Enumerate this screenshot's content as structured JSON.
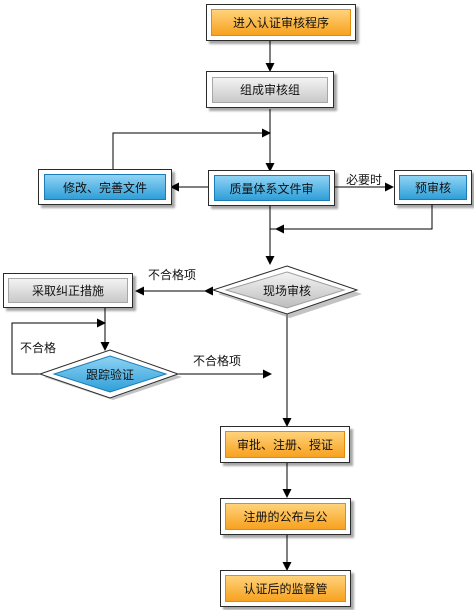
{
  "nodes": {
    "enter_review": "进入认证审核程序",
    "form_team": "组成审核组",
    "modify": "修改、完善文件",
    "doc_review": "质量体系文件审",
    "pre_review": "预审核",
    "corrective": "采取纠正措施",
    "onsite": "现场审核",
    "followup": "跟踪验证",
    "approve": "审批、注册、授证",
    "publish": "注册的公布与公",
    "supervise": "认证后的监督管"
  },
  "labels": {
    "when_needed": "必要时",
    "nonconform_1": "不合格项",
    "nonconform_2": "不合格",
    "nonconform_3": "不合格项"
  },
  "colors": {
    "orange": "#f7a21f",
    "gray": "#c9c9c9",
    "blue": "#2f9fd8",
    "line": "#000000"
  }
}
